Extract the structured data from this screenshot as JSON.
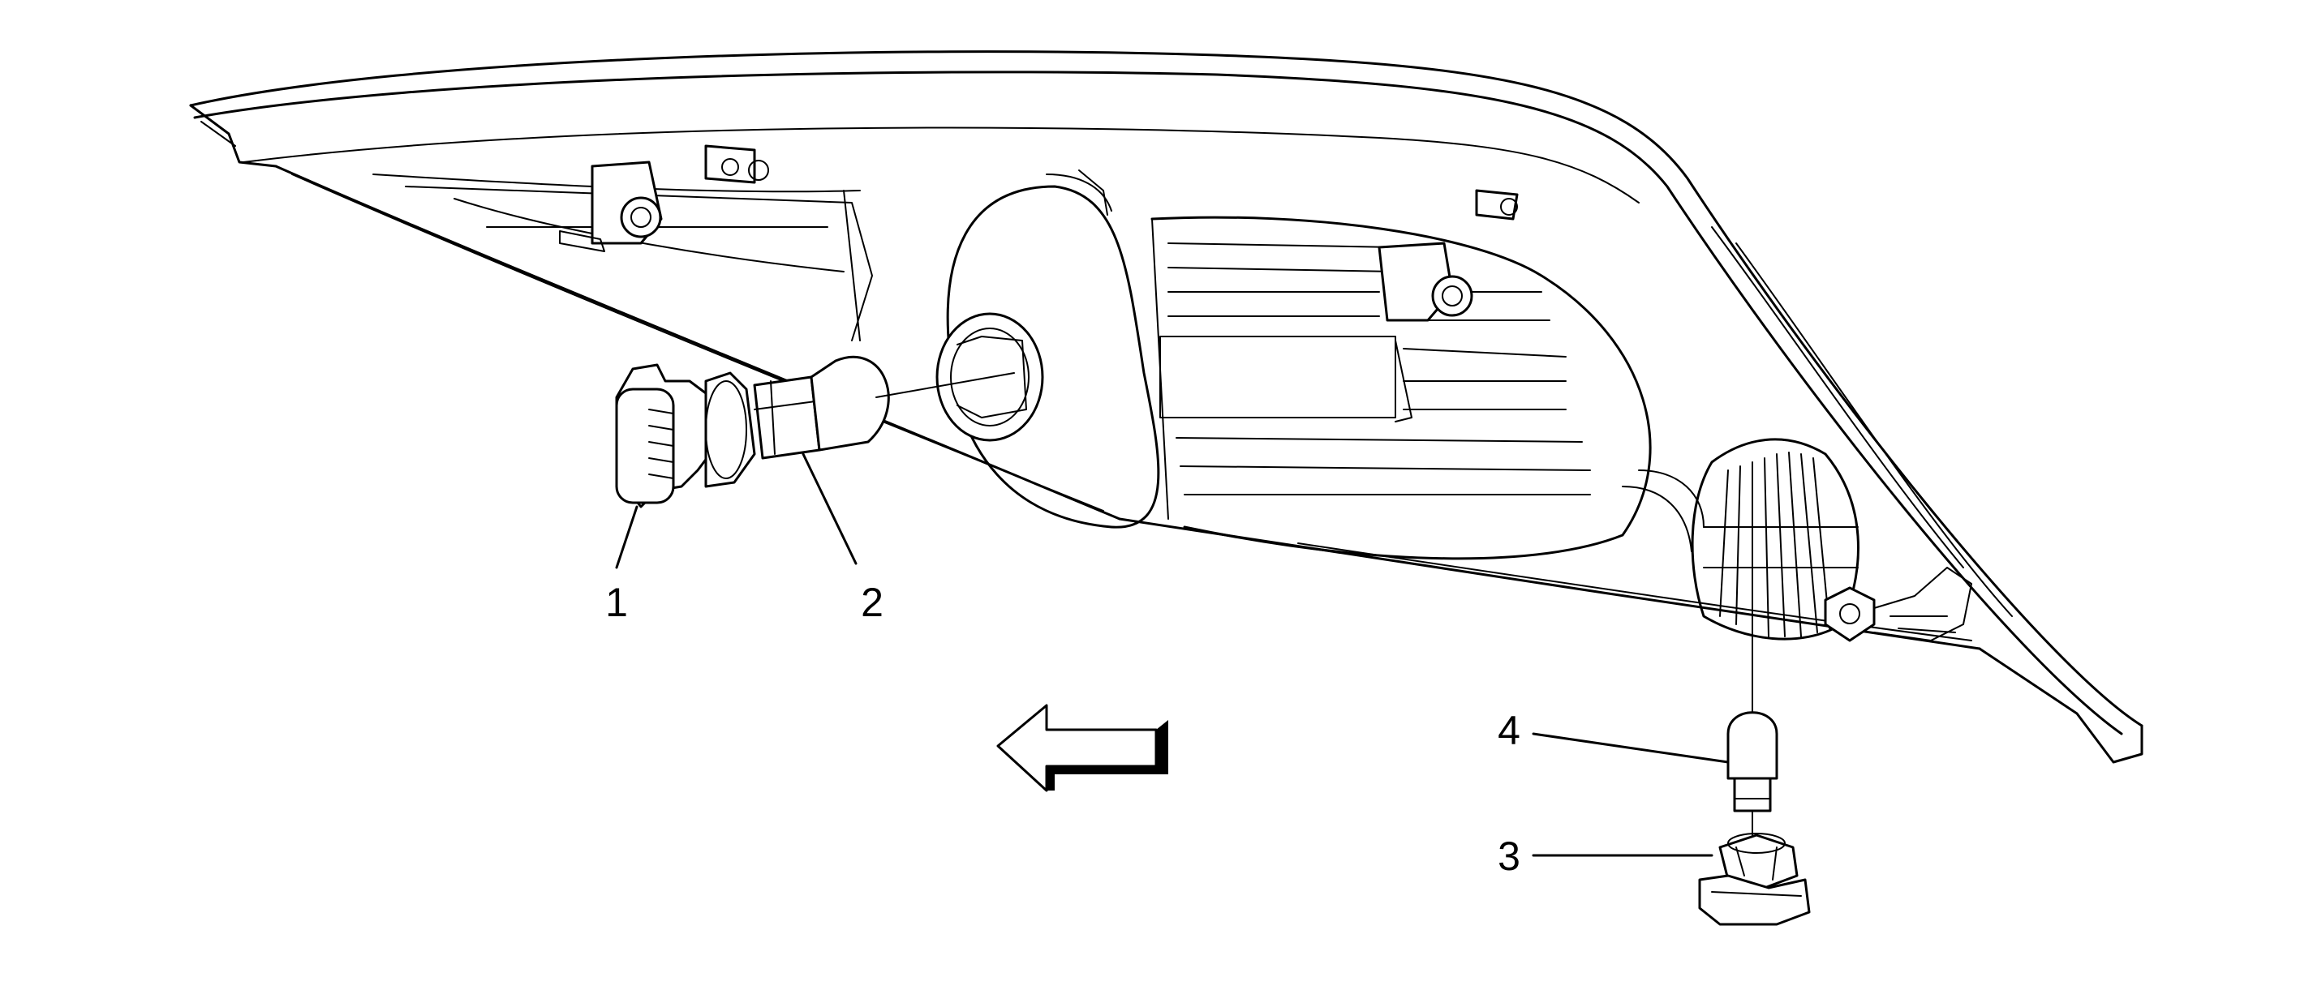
{
  "diagram": {
    "callouts": [
      {
        "id": "1",
        "text": "1"
      },
      {
        "id": "2",
        "text": "2"
      },
      {
        "id": "3",
        "text": "3"
      },
      {
        "id": "4",
        "text": "4"
      }
    ],
    "direction_arrow": {
      "icon": "left-arrow-icon",
      "points": "left"
    }
  }
}
